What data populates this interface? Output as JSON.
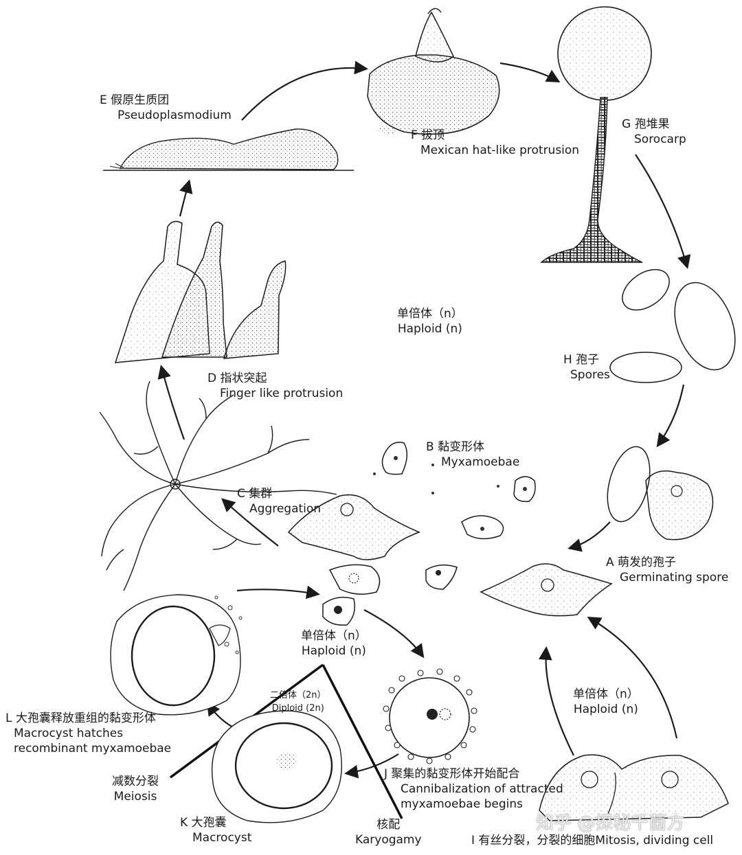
{
  "stages": {
    "E": {
      "zh": "E 假原生质团",
      "en": "Pseudoplasmodium"
    },
    "F": {
      "zh": "F 拔顶",
      "en": "Mexican hat-like protrusion"
    },
    "G": {
      "zh": "G 孢堆果",
      "en": "Sorocarp"
    },
    "H": {
      "zh": "H 孢子",
      "en": "Spores"
    },
    "D": {
      "zh": "D 指状突起",
      "en": "Finger like protrusion"
    },
    "B": {
      "zh": "B 黏变形体",
      "en": "Myxamoebae"
    },
    "C": {
      "zh": "C 集群",
      "en": "Aggregation"
    },
    "A": {
      "zh": "A 萌发的孢子",
      "en": "Germinating spore"
    },
    "L": {
      "zh": "L 大孢囊释放重组的黏变形体",
      "en1": "Macrocyst hatches",
      "en2": "recombinant myxamoebae"
    },
    "J": {
      "zh": "J 聚集的黏变形体开始配合",
      "en1": "Cannibalization of attracted",
      "en2": "myxamoebae begins"
    },
    "K": {
      "zh": "K 大孢囊",
      "en": "Macrocyst"
    },
    "I": {
      "zh": "I 有丝分裂，分裂的细胞",
      "en": "Mitosis, dividing cell"
    }
  },
  "ploidy": {
    "haploid_center": {
      "zh": "单倍体（n）",
      "en": "Haploid (n)"
    },
    "haploid_lower": {
      "zh": "单倍体（n）",
      "en": "Haploid (n)"
    },
    "haploid_right": {
      "zh": "单倍体（n）",
      "en": "Haploid (n)"
    },
    "diploid": {
      "zh": "二倍体（2n）",
      "en": "Diploid (2n)"
    }
  },
  "processes": {
    "meiosis": {
      "zh": "减数分裂",
      "en": "Meiosis"
    },
    "karyogamy": {
      "zh": "核配",
      "en": "Karyogamy"
    }
  },
  "watermark": "知乎 @探秘千菌方",
  "colors": {
    "line": "#1a1a1a",
    "stipple": "#555555",
    "background": "#ffffff"
  }
}
